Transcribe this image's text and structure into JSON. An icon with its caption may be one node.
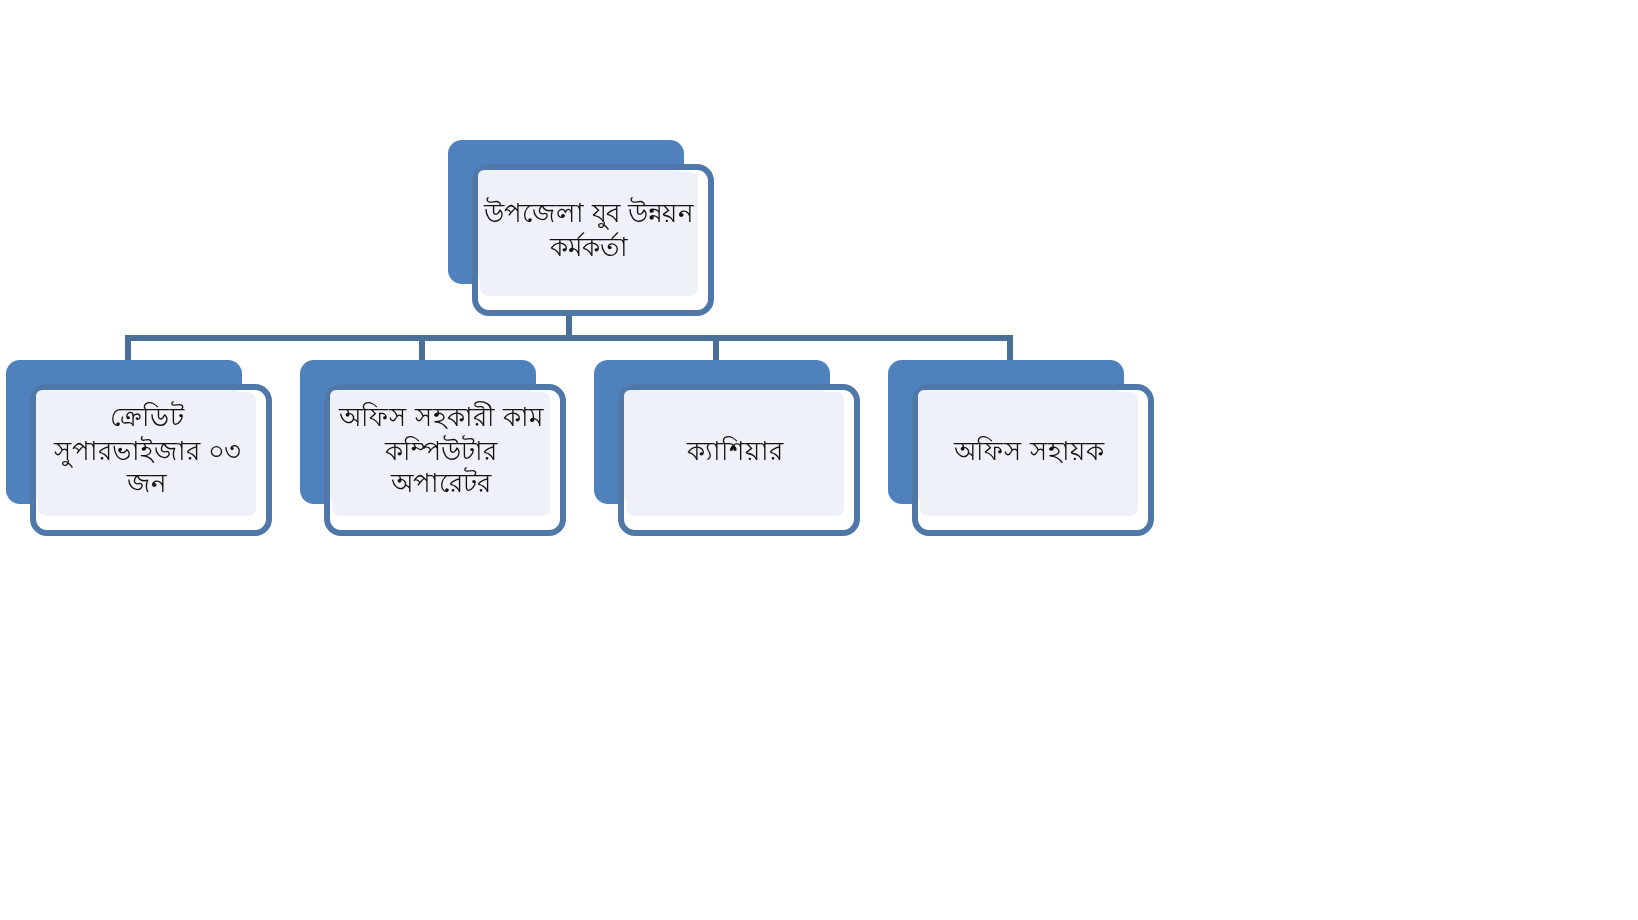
{
  "diagram": {
    "nodes": [
      {
        "text": [
          "উপজেলা যুব উন্নয়ন কর্মকর্তা"
        ]
      },
      {
        "text": [
          "ক্রেডিট সুপারভাইজার ০৩ জন"
        ]
      },
      {
        "text": [
          "অফিস সহকারী কাম কম্পিউটার অপারেটর"
        ]
      },
      {
        "text": [
          "ক্যাশিয়ার"
        ]
      },
      {
        "text": [
          "অফিস সহায়ক"
        ]
      }
    ],
    "edges": [
      {
        "from": 0,
        "to": 1,
        "arrow": "none"
      },
      {
        "from": 0,
        "to": 2,
        "arrow": "none"
      },
      {
        "from": 0,
        "to": 3,
        "arrow": "none"
      },
      {
        "from": 0,
        "to": 4,
        "arrow": "none"
      }
    ]
  }
}
